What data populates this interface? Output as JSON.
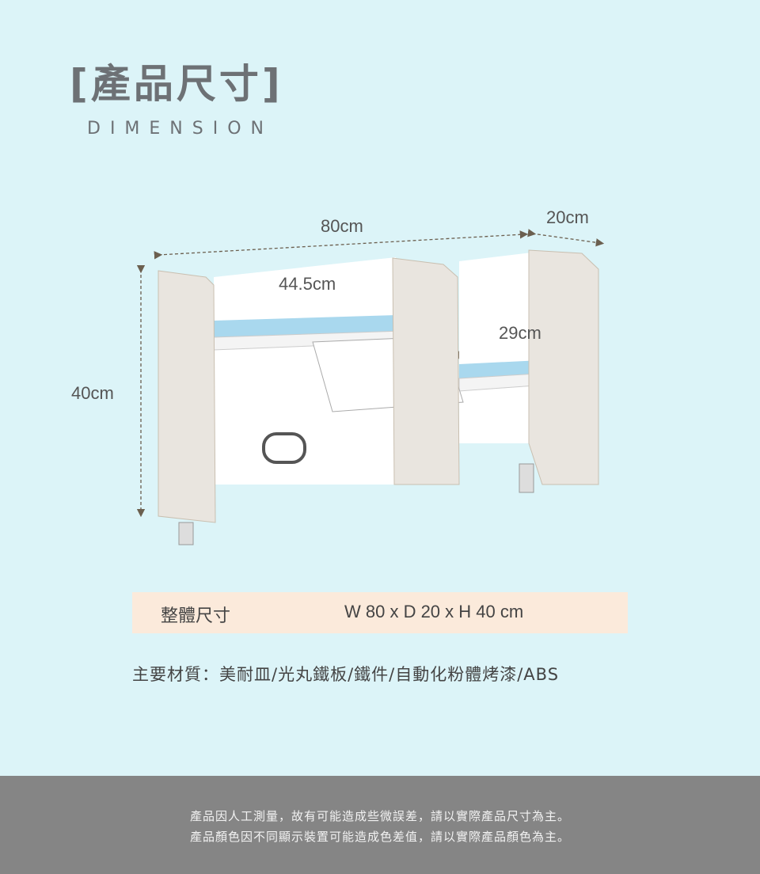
{
  "header": {
    "title": "[產品尺寸]",
    "subtitle": "DIMENSION"
  },
  "dimensions": {
    "width": "80cm",
    "depth": "20cm",
    "height": "40cm",
    "left_shelf": "44.5cm",
    "right_shelf": "29cm"
  },
  "spec": {
    "label": "整體尺寸",
    "value": "W 80 x D 20 x H 40 cm"
  },
  "materials": "主要材質：美耐皿/光丸鐵板/鐵件/自動化粉體烤漆/ABS",
  "footer": {
    "line1": "產品因人工測量，故有可能造成些微誤差，請以實際產品尺寸為主。",
    "line2": "產品顏色因不同顯示裝置可能造成色差值，請以實際產品顏色為主。"
  },
  "colors": {
    "background": "#dcf4f8",
    "spec_bg": "#fbeadb",
    "footer_bg": "#858585",
    "shelf_blue": "#a9d8ee"
  }
}
